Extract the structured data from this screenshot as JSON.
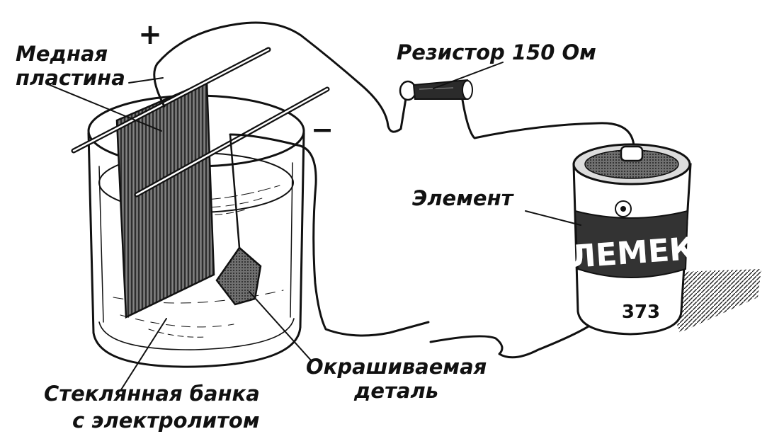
{
  "labels": {
    "copper_plate_line1": "Медная",
    "copper_plate_line2": "пластина",
    "resistor": "Резистор 150 Ом",
    "cell": "Элемент",
    "painted_part_line1": "Окрашиваемая",
    "painted_part_line2": "деталь",
    "jar_line1": "Стеклянная банка",
    "jar_line2": "с электролитом"
  },
  "polarity": {
    "positive": "+",
    "negative": "−"
  },
  "battery": {
    "brand": "ЛЕМЕК",
    "model": "373"
  },
  "colors": {
    "ink": "#111111",
    "background": "#ffffff",
    "plate_fill": "#555555",
    "battery_band": "#333333"
  }
}
